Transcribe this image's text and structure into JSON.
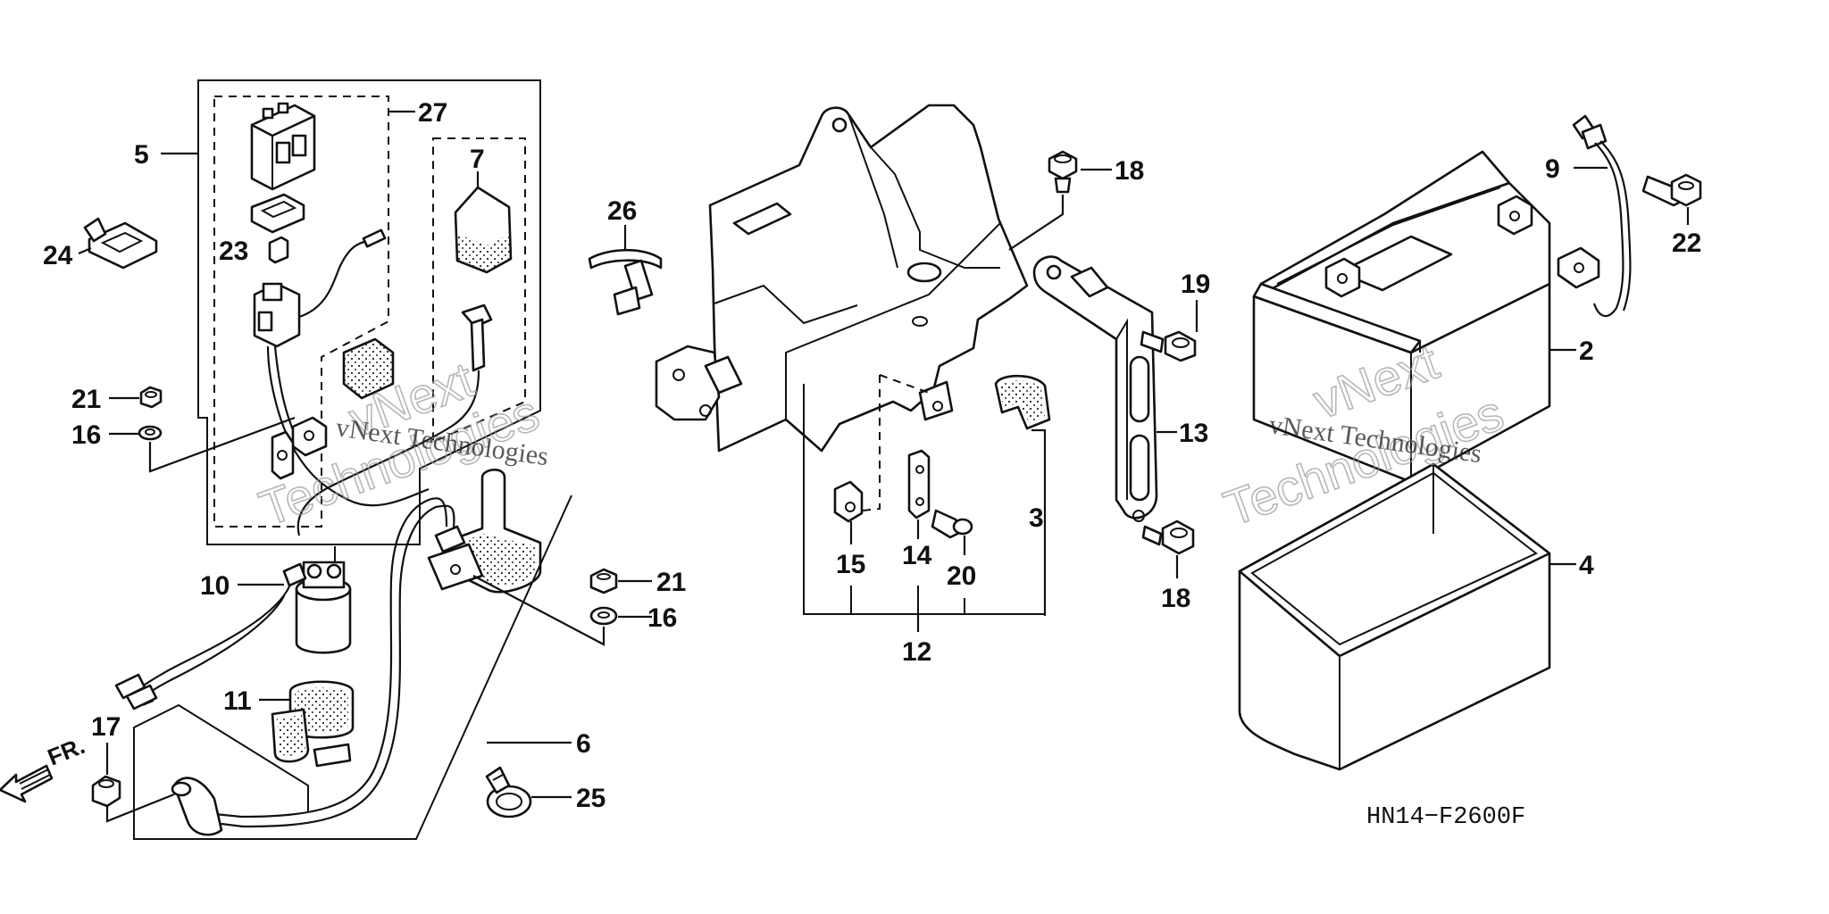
{
  "diagram_code": "HN14−F2600F",
  "front_label": "FR.",
  "watermarks": {
    "brand": "vNext",
    "company_line": "vNext Technologies",
    "outline_word": "Technologies"
  },
  "callouts": {
    "n2": "2",
    "n3": "3",
    "n4": "4",
    "n5": "5",
    "n6": "6",
    "n7": "7",
    "n9": "9",
    "n10": "10",
    "n11": "11",
    "n12": "12",
    "n13": "13",
    "n14": "14",
    "n15": "15",
    "n16a": "16",
    "n16b": "16",
    "n17": "17",
    "n18a": "18",
    "n18b": "18",
    "n19": "19",
    "n20": "20",
    "n21a": "21",
    "n21b": "21",
    "n22": "22",
    "n23": "23",
    "n24": "24",
    "n25": "25",
    "n26": "26",
    "n27": "27"
  }
}
